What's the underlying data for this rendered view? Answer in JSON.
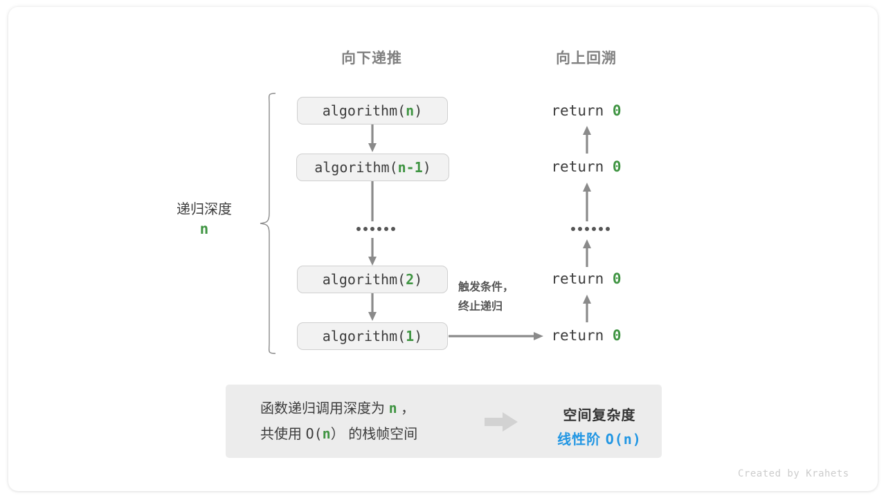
{
  "diagram": {
    "title_left": "向下递推",
    "title_right": "向上回溯",
    "depth_label": "递归深度",
    "depth_value": "n",
    "trigger_line1": "触发条件，",
    "trigger_line2": "终止递归",
    "ellipsis_dots": 6,
    "colors": {
      "accent_green": "#3f9442",
      "accent_blue": "#2196e3",
      "arrow_gray": "#808080",
      "box_fill": "#f2f2f2",
      "box_border": "#cfcfcf",
      "panel_fill": "#ececec",
      "text_dark": "#3c3c3c",
      "header_gray": "#808080"
    },
    "calls": [
      {
        "fn": "algorithm(",
        "arg": "n",
        "close": ")"
      },
      {
        "fn": "algorithm(",
        "arg": "n-1",
        "close": ")"
      },
      {
        "fn": "algorithm(",
        "arg": "2",
        "close": ")"
      },
      {
        "fn": "algorithm(",
        "arg": "1",
        "close": ")"
      }
    ],
    "returns": [
      {
        "kw": "return ",
        "val": "0"
      },
      {
        "kw": "return ",
        "val": "0"
      },
      {
        "kw": "return ",
        "val": "0"
      },
      {
        "kw": "return ",
        "val": "0"
      }
    ]
  },
  "summary": {
    "line1_a": "函数递归调用深度为 ",
    "line1_b": "n",
    "line1_c": " ，",
    "line2_a": "共使用 ",
    "line2_b": "O(",
    "line2_c": "n",
    "line2_d": "）",
    "line2_e": " 的栈帧空间",
    "right_title": "空间复杂度",
    "right_value_a": "线性阶 ",
    "right_value_b": "O(n)"
  },
  "footer": {
    "credit": "Created by Krahets"
  }
}
